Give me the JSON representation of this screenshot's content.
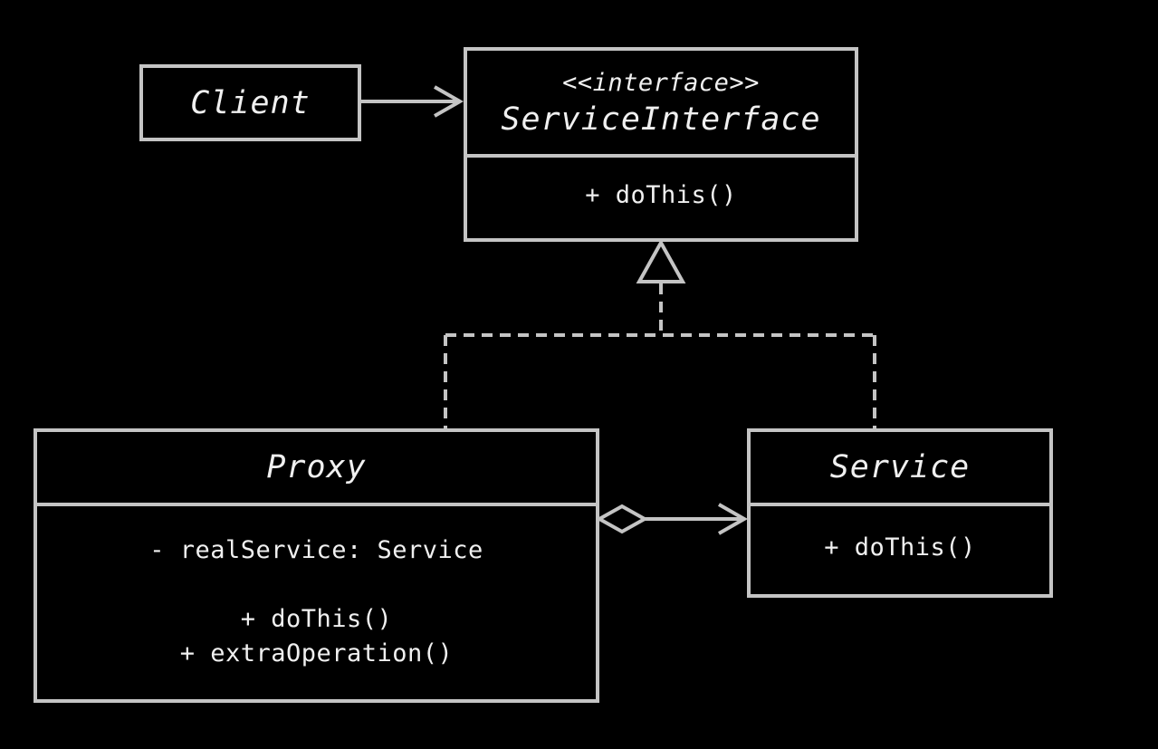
{
  "client": {
    "name": "Client"
  },
  "service_interface": {
    "stereotype": "<<interface>>",
    "name": "ServiceInterface",
    "methods": [
      "+ doThis()"
    ]
  },
  "proxy": {
    "name": "Proxy",
    "fields": [
      "- realService: Service"
    ],
    "methods": [
      "+ doThis()",
      "+ extraOperation()"
    ]
  },
  "service": {
    "name": "Service",
    "methods": [
      "+ doThis()"
    ]
  },
  "colors": {
    "background": "#000000",
    "stroke": "#c4c4c4",
    "text": "#f0f0f0"
  }
}
